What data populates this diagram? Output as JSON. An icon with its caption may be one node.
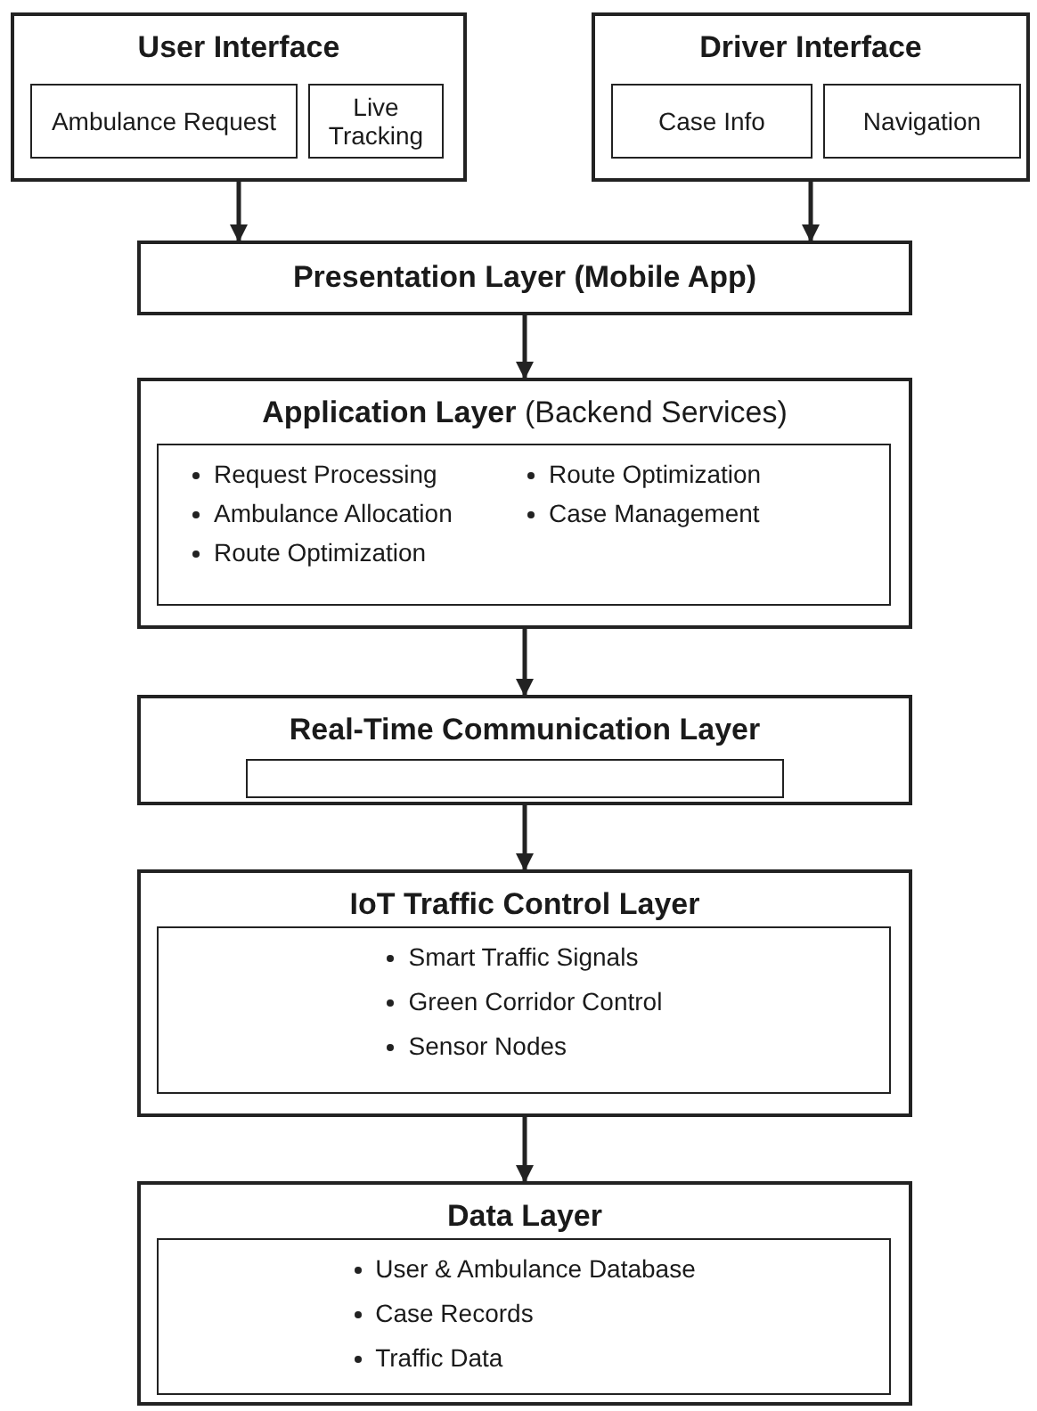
{
  "diagram": {
    "nodes": [
      {
        "text": [
          "User Interface"
        ]
      },
      {
        "text": [
          "Ambulance Request"
        ],
        "in": 0
      },
      {
        "text": [
          "Live Tracking"
        ],
        "in": 0
      },
      {
        "text": [
          "Driver Interface"
        ]
      },
      {
        "text": [
          "Case Info"
        ],
        "in": 3
      },
      {
        "text": [
          "Navigation"
        ],
        "in": 3
      },
      {
        "text": [
          "Presentation Layer (Mobile App)"
        ]
      },
      {
        "text": [
          "**Application Layer** (Backend Services)"
        ]
      },
      {
        "text": [
          "Request Processing",
          "Route Optimization",
          "Ambulance Allocation",
          "Case Management",
          "Route Optimization"
        ],
        "in": 7
      },
      {
        "text": [
          "Real-Time Communication Layer"
        ]
      },
      {
        "text": [],
        "shape": "box",
        "in": 9
      },
      {
        "text": [
          "IoT Traffic Control Layer"
        ]
      },
      {
        "text": [
          "Smart Traffic Signals",
          "Green Corridor Control",
          "Sensor Nodes"
        ],
        "in": 11
      },
      {
        "text": [
          "Data Layer"
        ]
      },
      {
        "text": [
          "User & Ambulance Database",
          "Case Records",
          "Traffic Data"
        ],
        "in": 13
      }
    ],
    "edges": [
      {
        "from": 0,
        "to": 6,
        "arrow": "to"
      },
      {
        "from": 3,
        "to": 6,
        "arrow": "to"
      },
      {
        "from": 6,
        "to": 7,
        "arrow": "to"
      },
      {
        "from": 7,
        "to": 9,
        "arrow": "to"
      },
      {
        "from": 9,
        "to": 11,
        "arrow": "to"
      },
      {
        "from": 11,
        "to": 13,
        "arrow": "to"
      }
    ]
  }
}
